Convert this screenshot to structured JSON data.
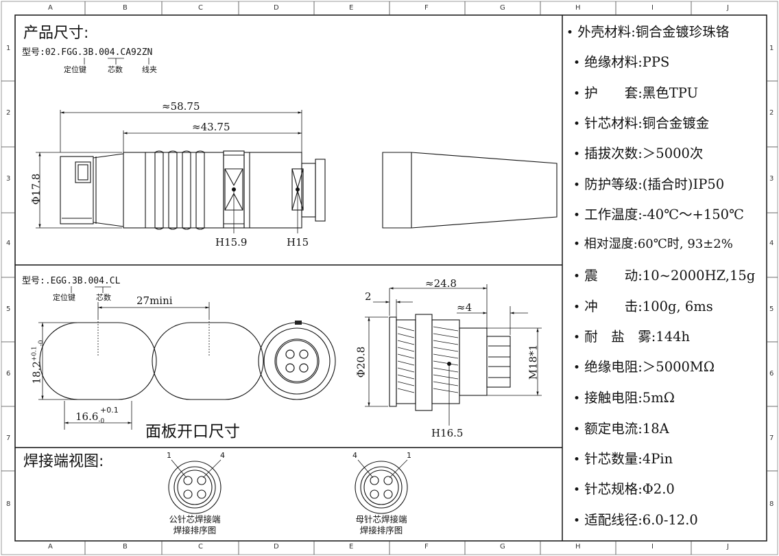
{
  "grid": {
    "columns": [
      "A",
      "B",
      "C",
      "D",
      "E",
      "F",
      "G",
      "H",
      "I",
      "J"
    ],
    "rows": [
      "1",
      "2",
      "3",
      "4",
      "5",
      "6",
      "7",
      "8"
    ]
  },
  "section_product": {
    "title": "产品尺寸:",
    "model_prefix": "型号:02.FGG.3B.",
    "model_core": "004",
    "model_suffix": ".CA92ZN",
    "tag_key": "定位键",
    "tag_core": "芯数",
    "tag_clamp": "线夹",
    "dim_overall": "≈58.75",
    "dim_body": "≈43.75",
    "dim_dia": "Φ17.8",
    "hex1": "H15.9",
    "hex2": "H15"
  },
  "section_socket": {
    "model_prefix": "型号:.EGG.3B.",
    "model_core": "004",
    "model_suffix": ".CL",
    "tag_key": "定位键",
    "tag_core": "芯数",
    "dim_spacing": "27mini",
    "dim_height": "18.2",
    "dim_height_tol_plus": "+0.1",
    "dim_height_tol_minus": "-0",
    "dim_width": "16.6",
    "dim_width_tol_plus": "+0.1",
    "dim_width_tol_minus": "-0",
    "panel_caption": "面板开口尺寸",
    "dim_len": "≈24.8",
    "dim_flange": "2",
    "dim_tail": "≈4",
    "dim_flange_dia": "Φ20.8",
    "dim_thread": "M18*1",
    "hex": "H16.5"
  },
  "section_solder": {
    "title": "焊接端视图:",
    "male_pin_left": "1",
    "male_pin_right": "4",
    "male_caption_1": "公针芯焊接端",
    "male_caption_2": "焊接排序图",
    "female_pin_left": "4",
    "female_pin_right": "1",
    "female_caption_1": "母针芯焊接端",
    "female_caption_2": "焊接排序图"
  },
  "specs": [
    {
      "text": "外壳材料:铜合金镀珍珠铬"
    },
    {
      "text": "绝缘材料:PPS"
    },
    {
      "text": "护　　套:黑色TPU"
    },
    {
      "text": "针芯材料:铜合金镀金"
    },
    {
      "text": "插拔次数:＞5000次"
    },
    {
      "text": "防护等级:(插合时)IP50"
    },
    {
      "text": "工作温度:-40℃～+150℃"
    },
    {
      "text": "相对湿度:60℃时, 93±2%"
    },
    {
      "text": "震　　动:10~2000HZ,15g"
    },
    {
      "text": "冲　　击:100g, 6ms"
    },
    {
      "text": "耐　盐　雾:144h"
    },
    {
      "text": "绝缘电阻:＞5000MΩ"
    },
    {
      "text": "接触电阻:5mΩ"
    },
    {
      "text": "额定电流:18A"
    },
    {
      "text": "针芯数量:4Pin"
    },
    {
      "text": "针芯规格:Φ2.0"
    },
    {
      "text": "适配线径:6.0-12.0"
    }
  ]
}
